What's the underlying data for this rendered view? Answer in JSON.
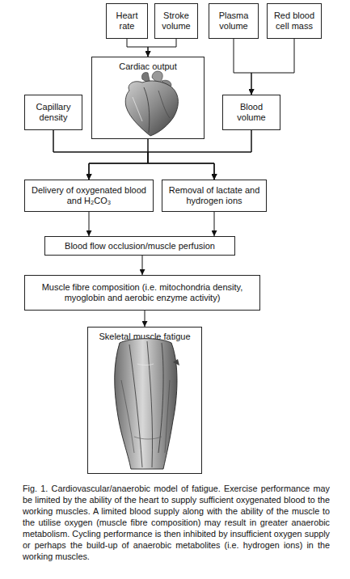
{
  "diagram": {
    "caption": "Fig. 1. Cardiovascular/anaerobic model of fatigue. Exercise performance may be limited by the ability of the heart to supply sufficient oxygenated blood to the working muscles. A limited blood supply along with the ability of the muscle to the utilise oxygen (muscle fibre composition) may result in greater anaerobic metabolism. Cycling performance is then inhibited by insufficient oxygen supply or perhaps the build-up of anaerobic metabolites (i.e. hydrogen ions) in the working muscles.",
    "nodes": [
      {
        "text": [
          "Heart rate"
        ]
      },
      {
        "text": [
          "Stroke volume"
        ]
      },
      {
        "text": [
          "Plasma volume"
        ]
      },
      {
        "text": [
          "Red blood cell mass"
        ]
      },
      {
        "text": [
          "Cardiac output"
        ]
      },
      {
        "text": [
          "Capillary density"
        ]
      },
      {
        "text": [
          "Blood volume"
        ]
      },
      {
        "text": [
          "Delivery of oxygenated blood and H₂CO₃"
        ]
      },
      {
        "text": [
          "Removal of lactate and hydrogen ions"
        ]
      },
      {
        "text": [
          "Blood flow occlusion/muscle perfusion"
        ]
      },
      {
        "text": [
          "Muscle fibre composition (i.e. mitochondria density, myoglobin and aerobic enzyme activity)"
        ]
      },
      {
        "text": [
          "Skeletal muscle fatigue"
        ]
      }
    ],
    "edges": [
      {
        "from": 0,
        "to": 4,
        "arrow": "to"
      },
      {
        "from": 1,
        "to": 4,
        "arrow": "to"
      },
      {
        "from": 2,
        "to": 6,
        "arrow": "to"
      },
      {
        "from": 3,
        "to": 6,
        "arrow": "to"
      },
      {
        "from": 5,
        "to": 7,
        "arrow": "to"
      },
      {
        "from": 5,
        "to": 8,
        "arrow": "to"
      },
      {
        "from": 4,
        "to": 7,
        "arrow": "to"
      },
      {
        "from": 4,
        "to": 8,
        "arrow": "to"
      },
      {
        "from": 6,
        "to": 7,
        "arrow": "to"
      },
      {
        "from": 6,
        "to": 8,
        "arrow": "to"
      },
      {
        "from": 7,
        "to": 9,
        "arrow": "to"
      },
      {
        "from": 8,
        "to": 9,
        "arrow": "to"
      },
      {
        "from": 9,
        "to": 10,
        "arrow": "to"
      },
      {
        "from": 10,
        "to": 11,
        "arrow": "to"
      }
    ]
  }
}
